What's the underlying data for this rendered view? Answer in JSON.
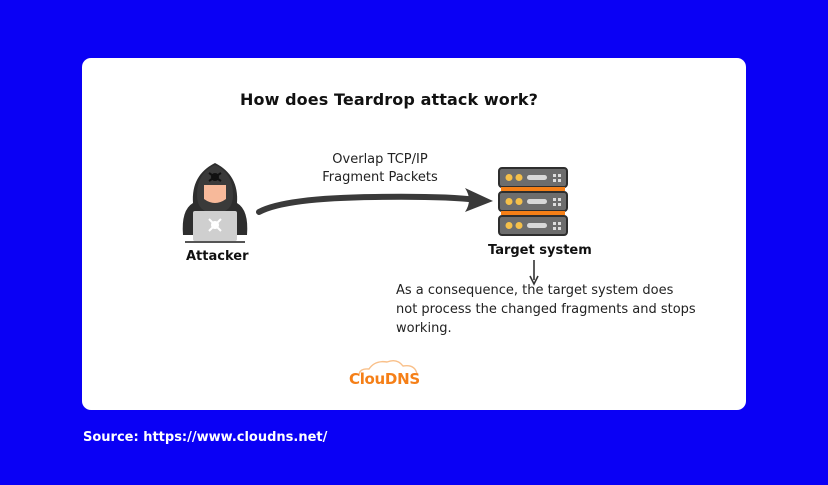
{
  "diagram": {
    "title": "How does Teardrop attack work?",
    "nodes": {
      "attacker": {
        "label": "Attacker",
        "icon": "hacker-icon"
      },
      "target": {
        "label": "Target system",
        "icon": "server-rack-icon"
      }
    },
    "edge": {
      "label_line1": "Overlap TCP/IP",
      "label_line2": "Fragment Packets"
    },
    "consequence": "As a consequence, the target system does not process the changed fragments and stops working.",
    "logo": "ClouDNS"
  },
  "source": "Source: https://www.cloudns.net/",
  "colors": {
    "background": "#0a00f5",
    "card": "#ffffff",
    "accent_orange": "#f57f17",
    "server_gray": "#6d6d6d"
  }
}
